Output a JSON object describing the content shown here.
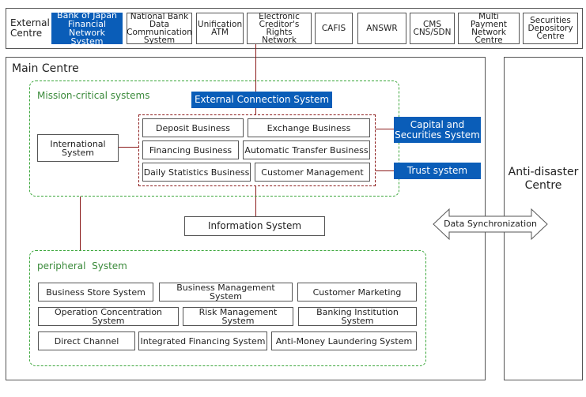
{
  "external": {
    "label": "External Centre",
    "items": [
      {
        "label": "Bank of Japan Financial Network System",
        "highlight": true
      },
      {
        "label": "National Bank Data Communication System",
        "highlight": false
      },
      {
        "label": "Unification ATM",
        "highlight": false
      },
      {
        "label": "Electronic Creditor's Rights Network",
        "highlight": false
      },
      {
        "label": "CAFIS",
        "highlight": false
      },
      {
        "label": "ANSWR",
        "highlight": false
      },
      {
        "label": "CMS CNS/SDN",
        "highlight": false
      },
      {
        "label": "Multi Payment Network Centre",
        "highlight": false
      },
      {
        "label": "Securities Depository Centre",
        "highlight": false
      }
    ]
  },
  "main": {
    "label": "Main Centre",
    "mission_label": "Mission-critical systems",
    "external_connection": "External Connection System",
    "international": "International System",
    "core": {
      "deposit": "Deposit Business",
      "exchange": "Exchange Business",
      "financing": "Financing Business",
      "auto_transfer": "Automatic Transfer Business",
      "daily_stats": "Daily Statistics Business",
      "customer_mgmt": "Customer Management"
    },
    "capital": "Capital and Securities System",
    "trust": "Trust system",
    "information": "Information System",
    "peripheral_label": "peripheral  System",
    "peripheral": [
      "Business Store System",
      "Business Management System",
      "Customer Marketing",
      "Operation Concentration System",
      "Risk Management System",
      "Banking Institution System",
      "Direct Channel",
      "Integrated Financing System",
      "Anti-Money Laundering System"
    ]
  },
  "anti_disaster": "Anti-disaster Centre",
  "data_sync": "Data Synchronization",
  "colors": {
    "accent_blue": "#0a5db8",
    "connector": "#8b1a1a",
    "green_dashed": "#3aa63a",
    "border": "#555555"
  }
}
